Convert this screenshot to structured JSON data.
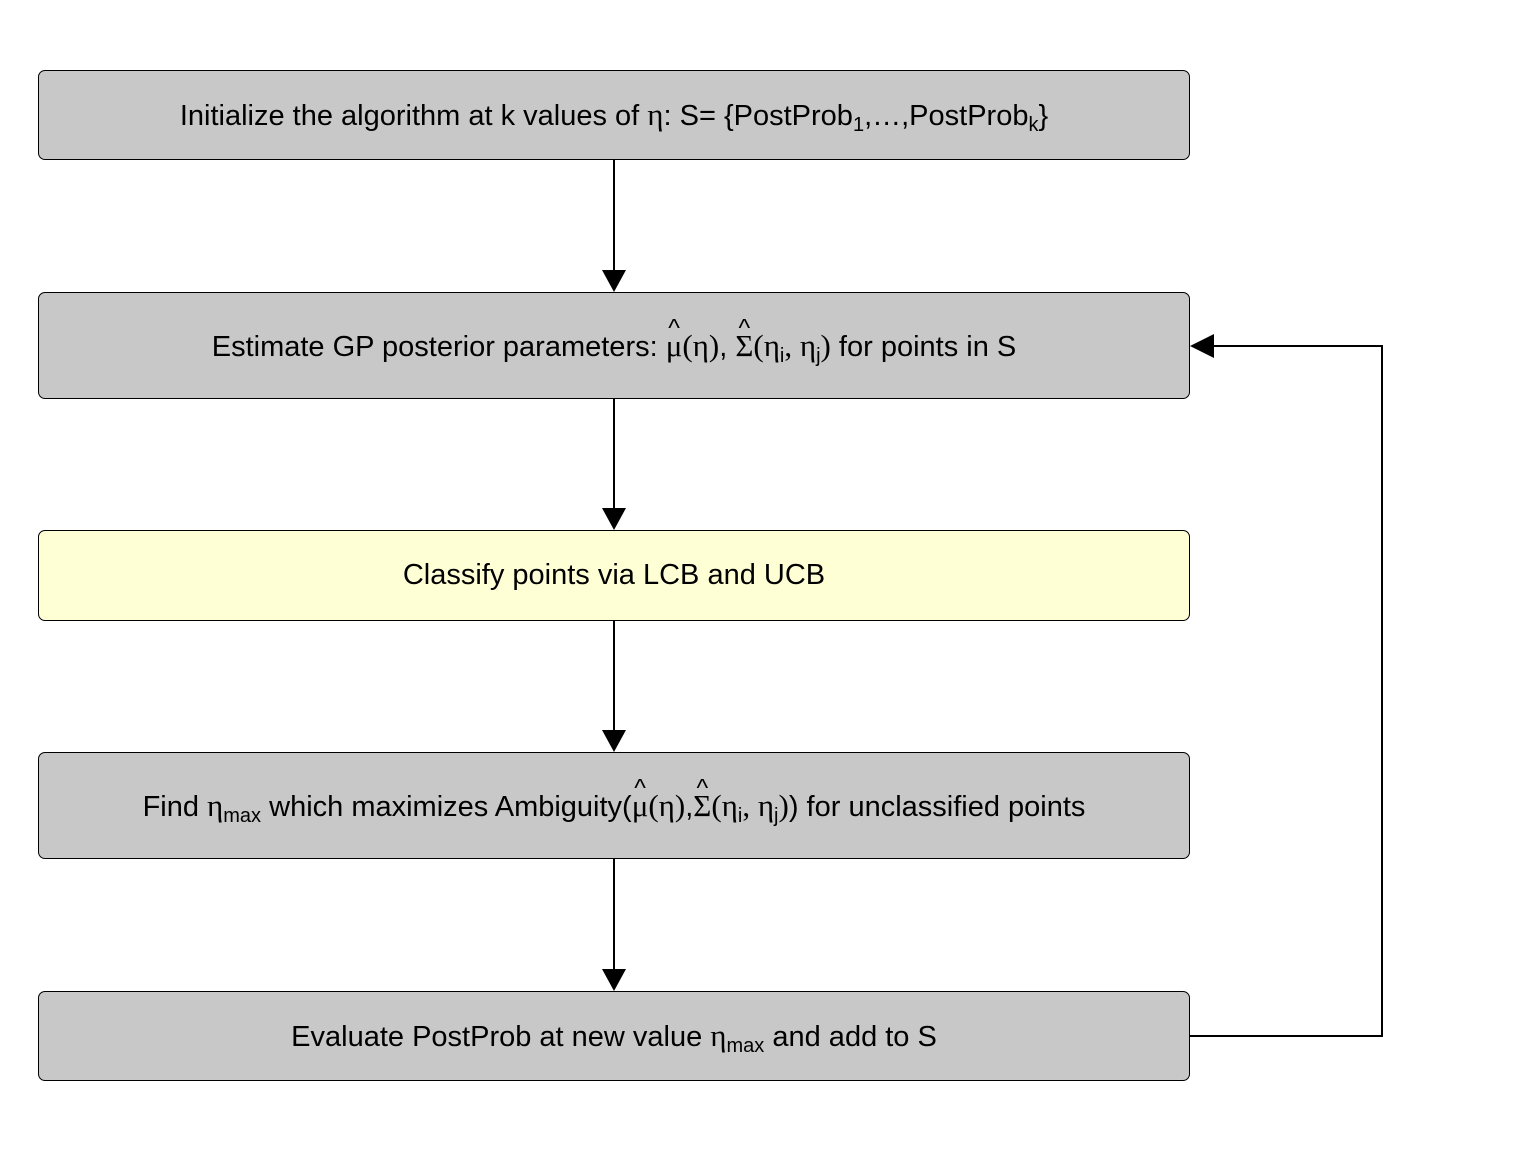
{
  "colors": {
    "box_gray": "#c8c8c8",
    "box_highlight": "#ffffd6",
    "border": "#000000",
    "text": "#000000"
  },
  "steps": {
    "init": {
      "pre": "Initialize the algorithm at k values of ",
      "eta": "η",
      "mid": ": S= {PostProb",
      "sub1": "1",
      "mid2": ",…,PostProb",
      "subk": "k",
      "post": "}"
    },
    "estimate": {
      "pre": "Estimate GP posterior parameters: ",
      "mu_hat": "μ",
      "mu_args": "(η)",
      "sep": ", ",
      "sigma_hat": "Σ",
      "sig_open": "(η",
      "sub_i": "i",
      "sig_mid": ", η",
      "sub_j": "j",
      "sig_close": ")",
      "post": " for points in S"
    },
    "classify": {
      "label": "Classify points via LCB and UCB"
    },
    "find": {
      "pre": "Find ",
      "eta": "η",
      "sub_max": "max",
      "mid": " which maximizes Ambiguity(",
      "mu_hat": "μ",
      "mu_args": "(η)",
      "sep": ",",
      "sigma_hat": "Σ",
      "sig_open": "(η",
      "sub_i": "i",
      "sig_mid": ", η",
      "sub_j": "j",
      "sig_close": ")",
      "close": ")",
      "post": " for unclassified points"
    },
    "evaluate": {
      "pre": "Evaluate PostProb at new value ",
      "eta": "η",
      "sub_max": "max",
      "post": " and add to S"
    }
  },
  "edges": [
    {
      "from": "init",
      "to": "estimate"
    },
    {
      "from": "estimate",
      "to": "classify"
    },
    {
      "from": "classify",
      "to": "find"
    },
    {
      "from": "find",
      "to": "evaluate"
    },
    {
      "from": "evaluate",
      "to": "estimate",
      "kind": "loop-back"
    }
  ]
}
